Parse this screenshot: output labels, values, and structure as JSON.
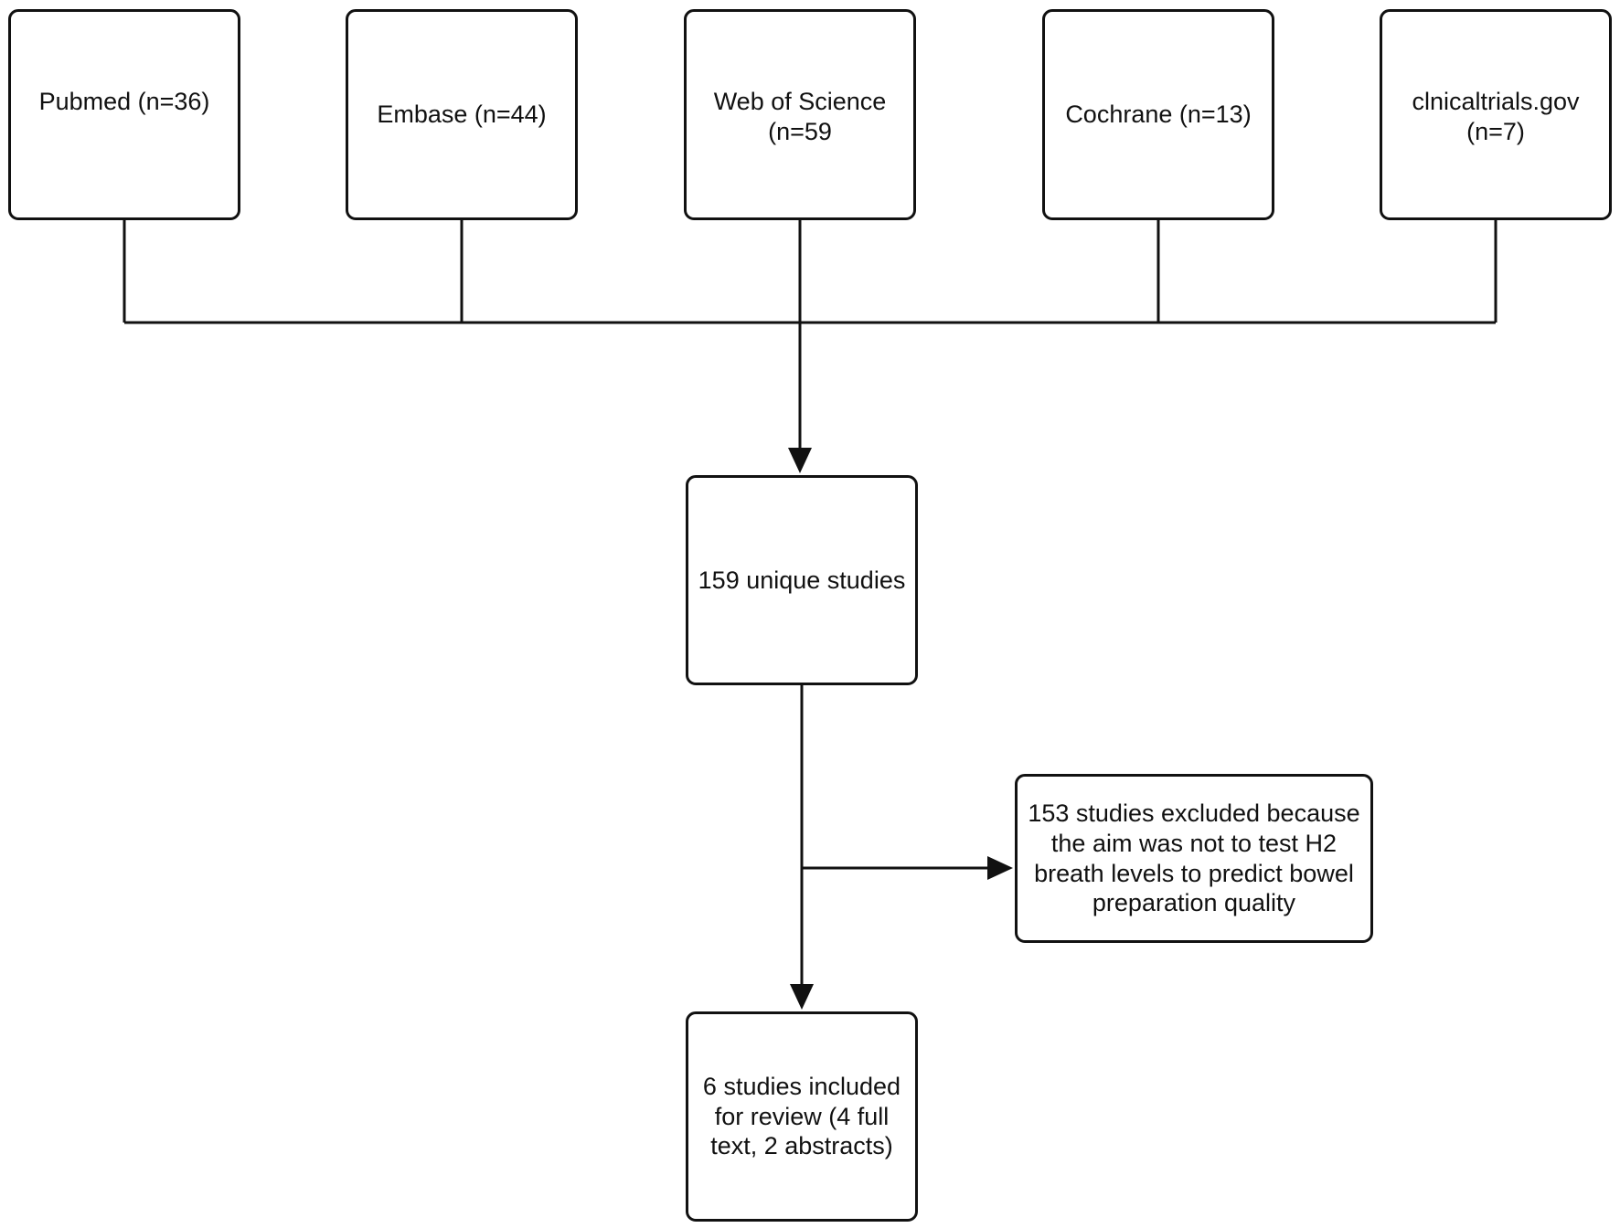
{
  "diagram": {
    "type": "flowchart",
    "sources": [
      {
        "id": "pubmed",
        "label": "Pubmed (n=36)"
      },
      {
        "id": "embase",
        "label": "Embase (n=44)"
      },
      {
        "id": "wos",
        "label": "Web of Science\n(n=59"
      },
      {
        "id": "cochrane",
        "label": "Cochrane (n=13)"
      },
      {
        "id": "ctgov",
        "label": "clnicaltrials.gov\n(n=7)"
      }
    ],
    "unique": {
      "label": "159 unique studies"
    },
    "excluded": {
      "label": "153 studies excluded because\nthe aim was not to test H2\nbreath levels to predict bowel\npreparation quality"
    },
    "included": {
      "label": "6 studies included\nfor review (4 full\ntext, 2 abstracts)"
    },
    "line_color": "#111111"
  }
}
